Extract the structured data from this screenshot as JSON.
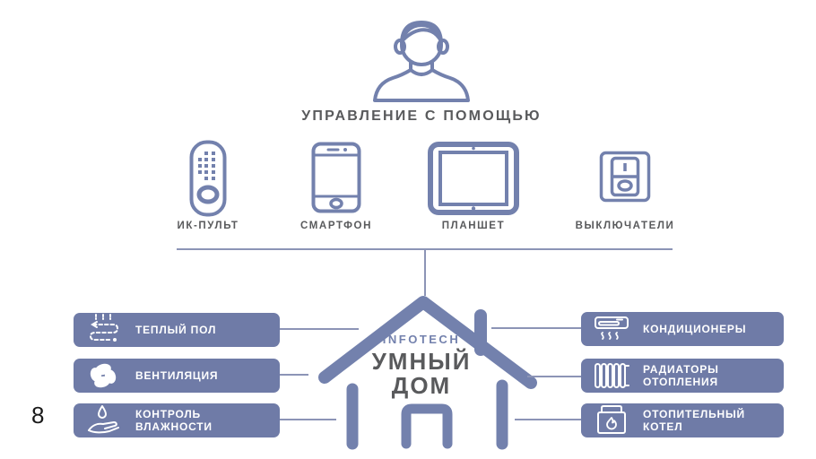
{
  "page": {
    "number": "8"
  },
  "colors": {
    "accent_slate": "#7381ad",
    "box_fill": "#6f7ba7",
    "connector_line": "#8c94b6",
    "dark_text": "#595a5c",
    "box_text": "#ffffff"
  },
  "header": {
    "title": "УПРАВЛЕНИЕ С ПОМОЩЬЮ"
  },
  "devices": [
    {
      "label": "ИК-ПУЛЬТ",
      "icon": "remote-icon"
    },
    {
      "label": "СМАРТФОН",
      "icon": "smartphone-icon"
    },
    {
      "label": "ПЛАНШЕТ",
      "icon": "tablet-icon"
    },
    {
      "label": "ВЫКЛЮЧАТЕЛИ",
      "icon": "switch-icon"
    }
  ],
  "house": {
    "brand": "INFOTECH",
    "name_lines": [
      "УМНЫЙ",
      "ДОМ"
    ]
  },
  "left_systems": [
    {
      "lines": [
        "ТЕПЛЫЙ ПОЛ"
      ],
      "icon": "heated-floor-icon"
    },
    {
      "lines": [
        "ВЕНТИЛЯЦИЯ"
      ],
      "icon": "ventilation-fan-icon"
    },
    {
      "lines": [
        "КОНТРОЛЬ",
        "ВЛАЖНОСТИ"
      ],
      "icon": "humidity-control-icon"
    }
  ],
  "right_systems": [
    {
      "lines": [
        "КОНДИЦИОНЕРЫ"
      ],
      "icon": "air-conditioner-icon"
    },
    {
      "lines": [
        "РАДИАТОРЫ",
        "ОТОПЛЕНИЯ"
      ],
      "icon": "radiator-icon"
    },
    {
      "lines": [
        "ОТОПИТЕЛЬНЫЙ",
        "КОТЕЛ"
      ],
      "icon": "boiler-icon"
    }
  ]
}
